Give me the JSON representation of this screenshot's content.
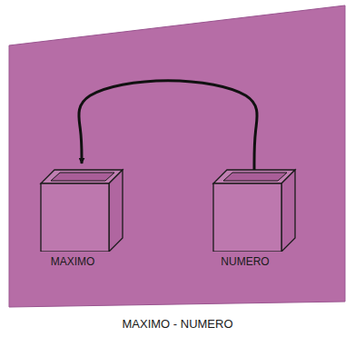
{
  "diagram": {
    "caption": "MAXIMO - NUMERO",
    "nodes": [
      {
        "text": [
          "MAXIMO"
        ]
      },
      {
        "text": [
          "NUMERO"
        ]
      }
    ],
    "edges": [
      {
        "from": 1,
        "to": 0,
        "arrow": "to"
      }
    ]
  }
}
